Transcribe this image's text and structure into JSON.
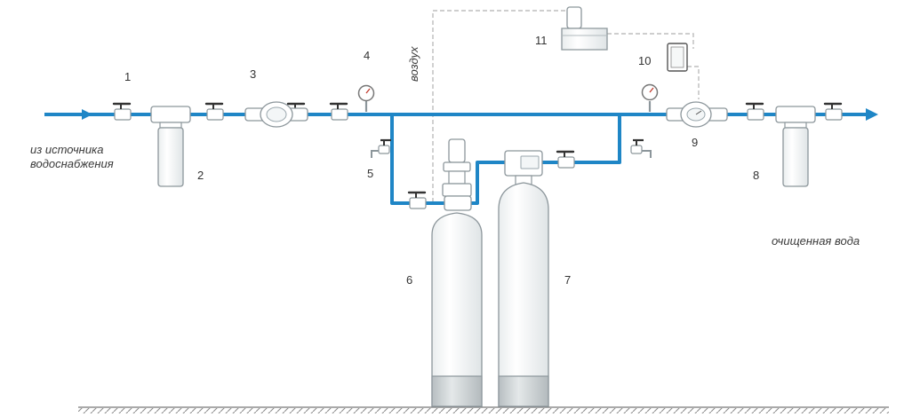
{
  "captions": {
    "source_line1": "из источника",
    "source_line2": "водоснабжения",
    "air": "воздух",
    "clean_water": "очищенная вода"
  },
  "numbers": {
    "n1": "1",
    "n2": "2",
    "n3": "3",
    "n4": "4",
    "n5": "5",
    "n6": "6",
    "n7": "7",
    "n8": "8",
    "n9": "9",
    "n10": "10",
    "n11": "11"
  },
  "colors": {
    "pipe": "#1f86c6",
    "air_line": "#bdbdbd",
    "equipment_fill": "#ffffff",
    "equipment_stroke": "#9aa7ad",
    "tank_base": "#c9cfd1",
    "valve_handle": "#333333"
  }
}
